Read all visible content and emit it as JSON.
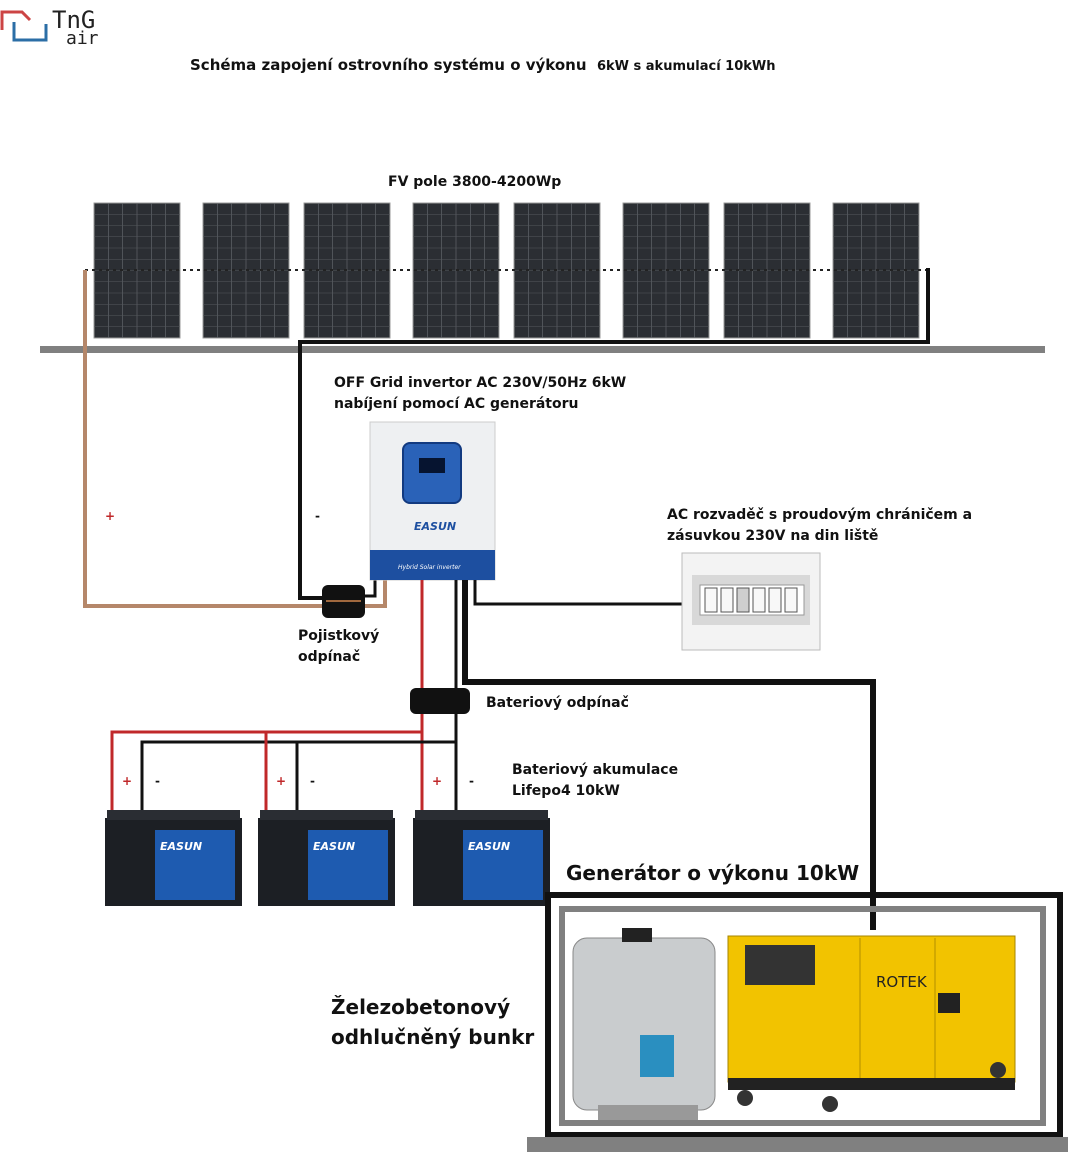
{
  "logo": {
    "text_top": "TnG",
    "text_bottom": "air"
  },
  "title": {
    "main": "Schéma zapojení ostrovního systému o výkonu",
    "suffix": "6kW s akumulací 10kWh"
  },
  "pv": {
    "label": "FV pole 3800-4200Wp",
    "panel_count": 8
  },
  "inverter": {
    "line1": "OFF Grid invertor AC 230V/50Hz   6kW",
    "line2": "nabíjení pomocí AC generátoru",
    "brand": "EASUN",
    "caption": "Hybrid Solar inverter"
  },
  "polarity": {
    "plus": "+",
    "minus": "-"
  },
  "fuse": {
    "line1": "Pojistkový",
    "line2": "odpínač"
  },
  "ac_box": {
    "line1": "AC rozvaděč s proudovým chráničem a",
    "line2": "zásuvkou 230V na din liště"
  },
  "battery_switch": {
    "label": "Bateriový odpínač"
  },
  "batteries": {
    "line1": "Bateriový akumulace",
    "line2": "Lifepo4   10kW",
    "brand": "EASUN",
    "count": 3
  },
  "generator": {
    "label": "Generátor o výkonu 10kW",
    "brand": "ROTEK"
  },
  "bunker": {
    "line1": "Železobetonový",
    "line2": "odhlučněný bunkr"
  },
  "colors": {
    "positive_wire": "#b5876a",
    "battery_positive": "#c0282a",
    "negative_wire": "#111111",
    "ground": "#808080",
    "inverter_blue": "#1d4fa0",
    "generator_yellow": "#f2c300"
  }
}
